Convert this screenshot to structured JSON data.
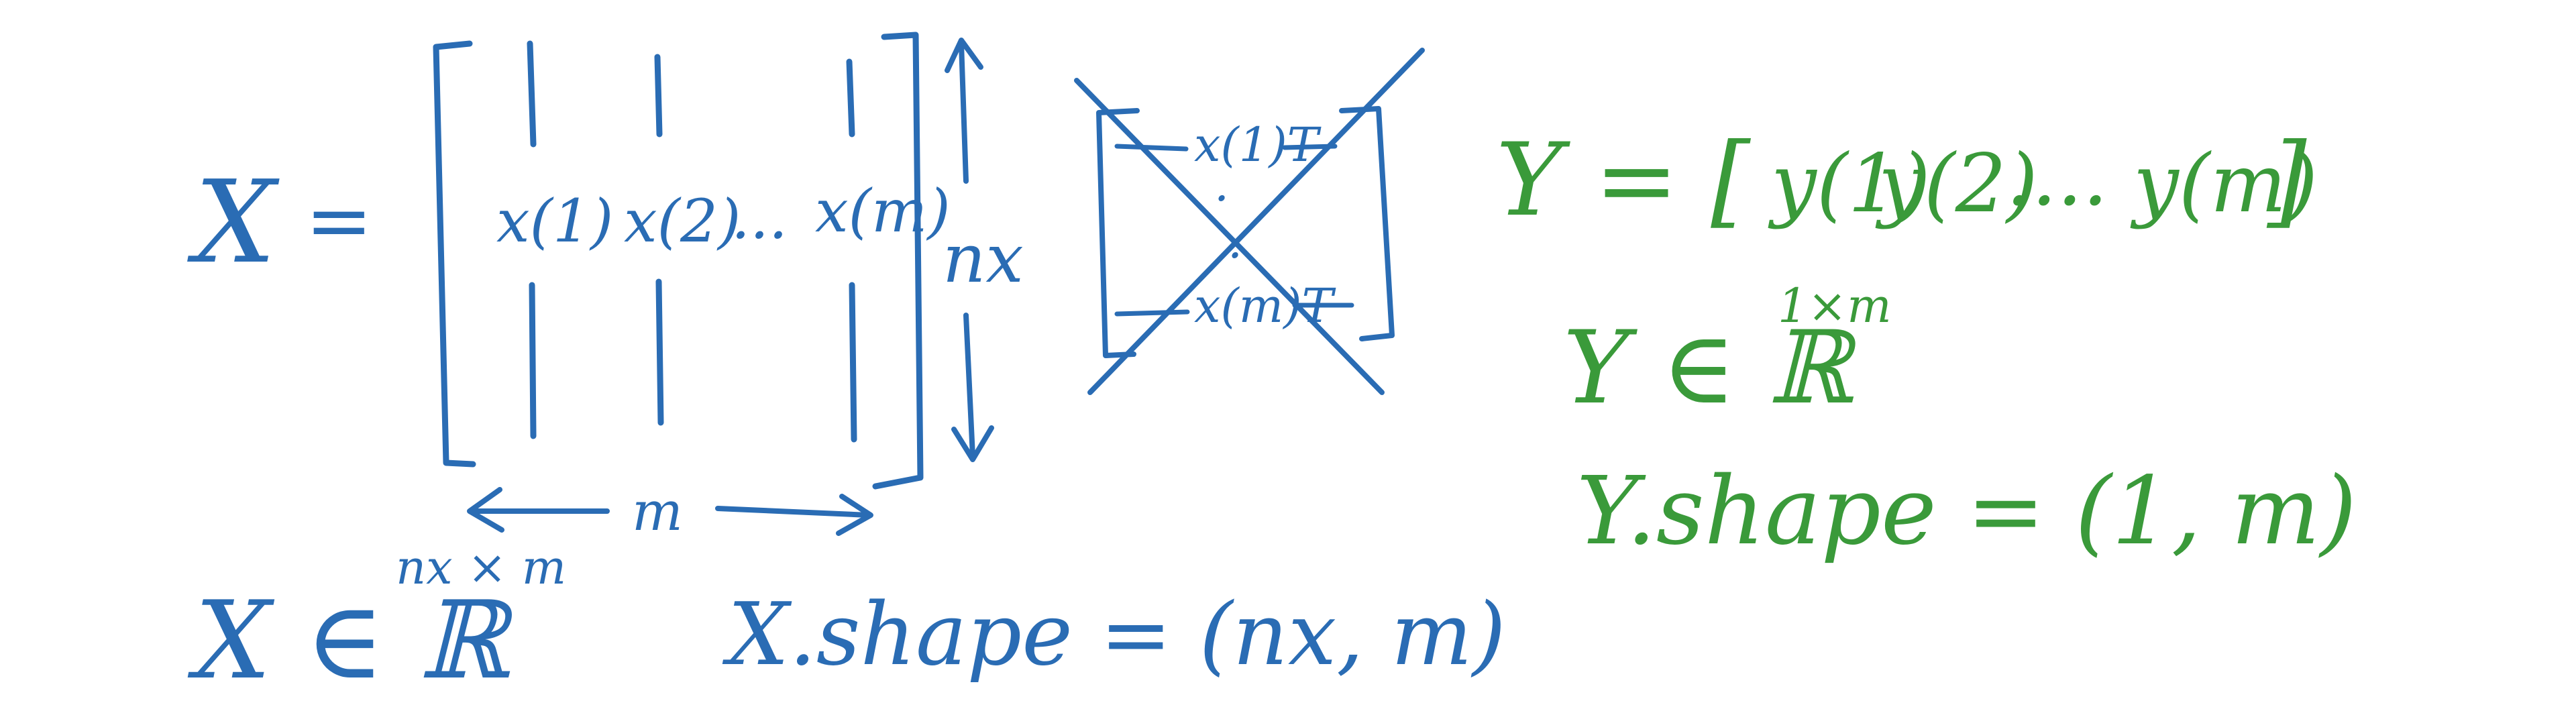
{
  "colors": {
    "blue_ink": "#2a6cb4",
    "green_ink": "#3a9a3a",
    "background": "#ffffff"
  },
  "left": {
    "x_lhs": "X",
    "equals": "=",
    "columns": [
      "x(1)",
      "x(2)",
      "x(m)"
    ],
    "col_ellipsis": "...",
    "rows_label": "nx",
    "cols_label": "m",
    "real_set": "X ∈ ℝ",
    "real_set_exp": "nx × m",
    "shape_stmt": "X.shape = (nx, m)"
  },
  "crossed_out": {
    "row_first": "x(1)T",
    "row_last": "x(m)T",
    "row_dots": "·"
  },
  "right": {
    "y_def_prefix": "Y = [ ",
    "y_items": [
      "y(1)",
      "y(2)",
      "....",
      "y(m)"
    ],
    "y_def_suffix": " ]",
    "real_set": "Y ∈ ℝ",
    "real_set_exp": "1×m",
    "shape_stmt": "Y.shape = (1, m)"
  }
}
